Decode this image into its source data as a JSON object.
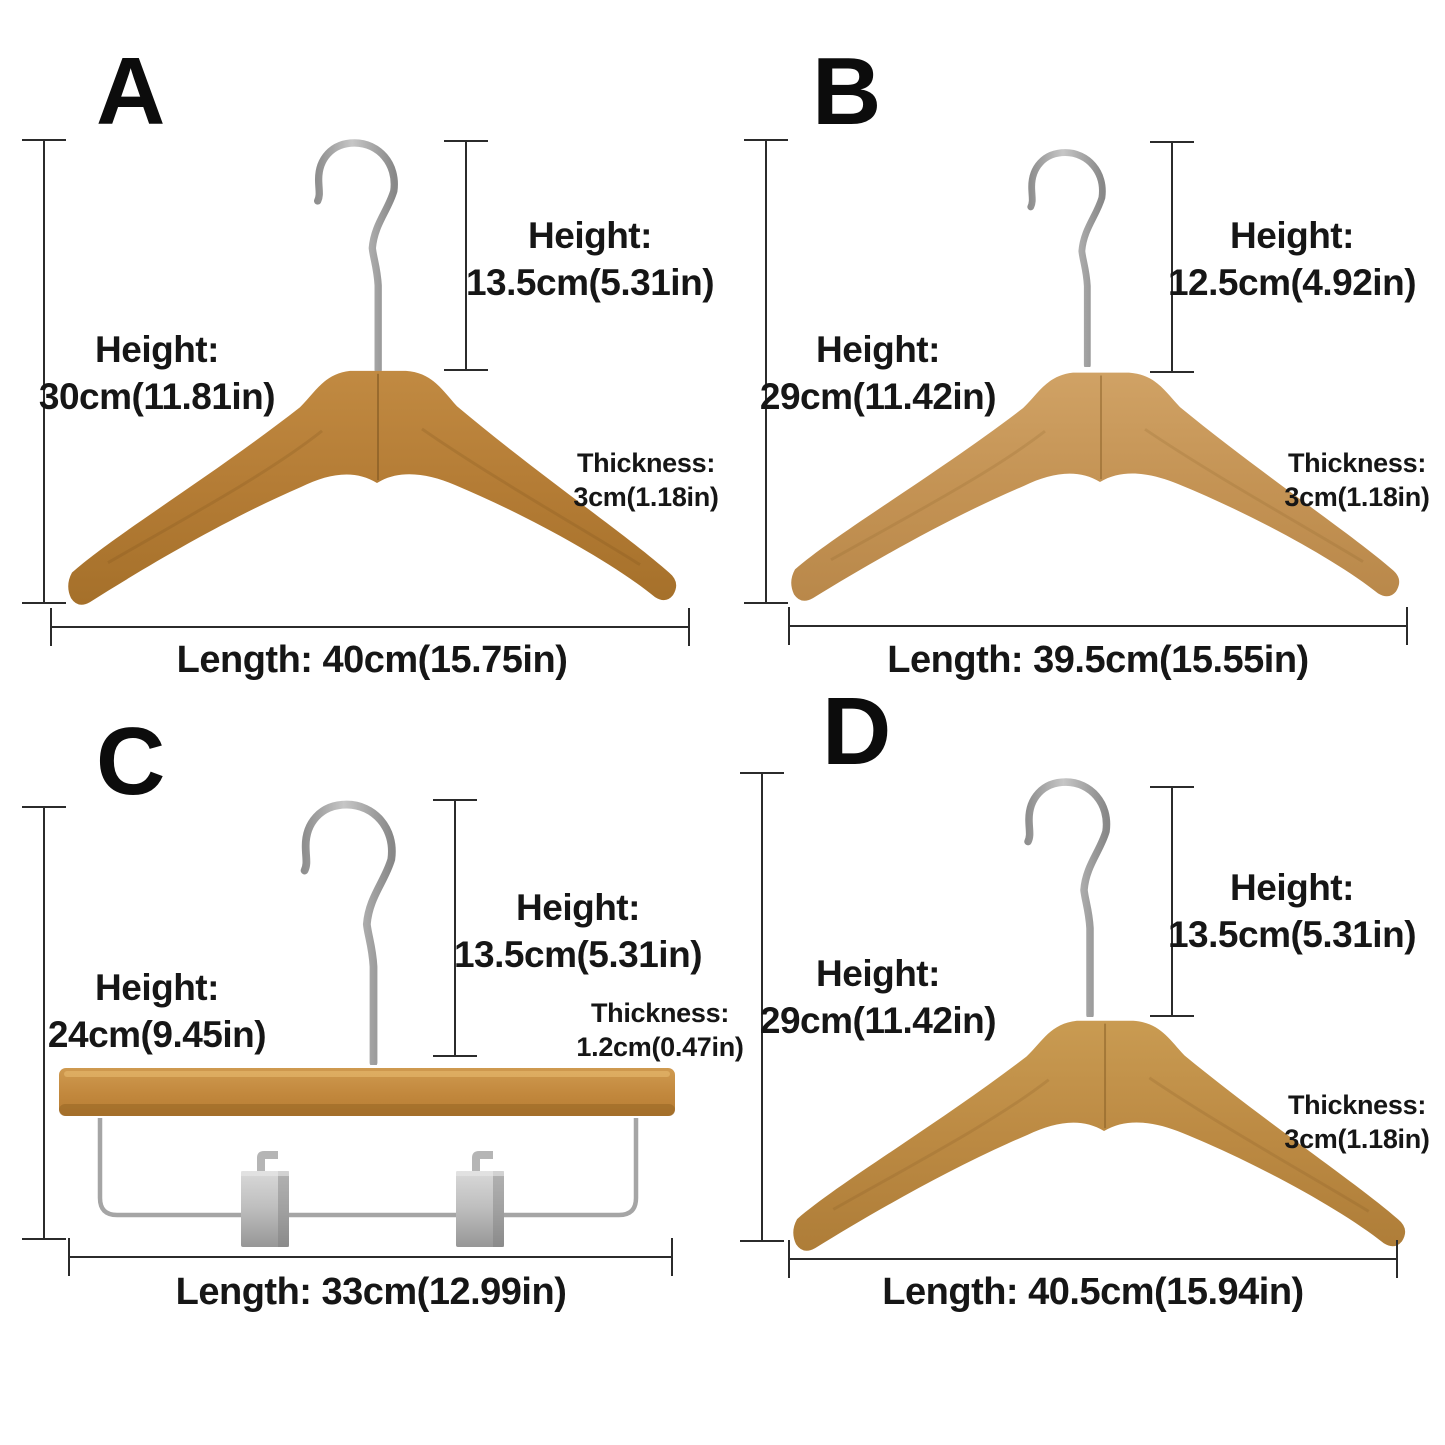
{
  "panels": [
    {
      "label": "A",
      "item": "wooden-coat-hanger-with-hook",
      "height_label": "Height:",
      "height_value": "30cm(11.81in)",
      "hook_height_label": "Height:",
      "hook_height_value": "13.5cm(5.31in)",
      "thickness_label": "Thickness:",
      "thickness_value": "3cm(1.18in)",
      "length_text": "Length: 40cm(15.75in)"
    },
    {
      "label": "B",
      "item": "wooden-coat-hanger-with-hook",
      "height_label": "Height:",
      "height_value": "29cm(11.42in)",
      "hook_height_label": "Height:",
      "hook_height_value": "12.5cm(4.92in)",
      "thickness_label": "Thickness:",
      "thickness_value": "3cm(1.18in)",
      "length_text": "Length: 39.5cm(15.55in)"
    },
    {
      "label": "C",
      "item": "wooden-pants-hanger-with-clips",
      "height_label": "Height:",
      "height_value": "24cm(9.45in)",
      "hook_height_label": "Height:",
      "hook_height_value": "13.5cm(5.31in)",
      "thickness_label": "Thickness:",
      "thickness_value": "1.2cm(0.47in)",
      "length_text": "Length: 33cm(12.99in)"
    },
    {
      "label": "D",
      "item": "wooden-coat-hanger-with-hook",
      "height_label": "Height:",
      "height_value": "29cm(11.42in)",
      "hook_height_label": "Height:",
      "hook_height_value": "13.5cm(5.31in)",
      "thickness_label": "Thickness:",
      "thickness_value": "3cm(1.18in)",
      "length_text": "Length: 40.5cm(15.94in)"
    }
  ],
  "colors": {
    "background": "#ffffff",
    "text": "#161616",
    "dimension_line": "#2b2b2b",
    "wood_a_light": "#c18a42",
    "wood_a_dark": "#a5702a",
    "wood_b_light": "#d0a265",
    "wood_b_dark": "#b9884a",
    "wood_c_light": "#cf9a50",
    "wood_c_dark": "#b67c33",
    "wood_d_light": "#c99b52",
    "wood_d_dark": "#ae7d38",
    "metal_hook": "#a8a8a8",
    "metal_clip": "#b9b9b9"
  }
}
